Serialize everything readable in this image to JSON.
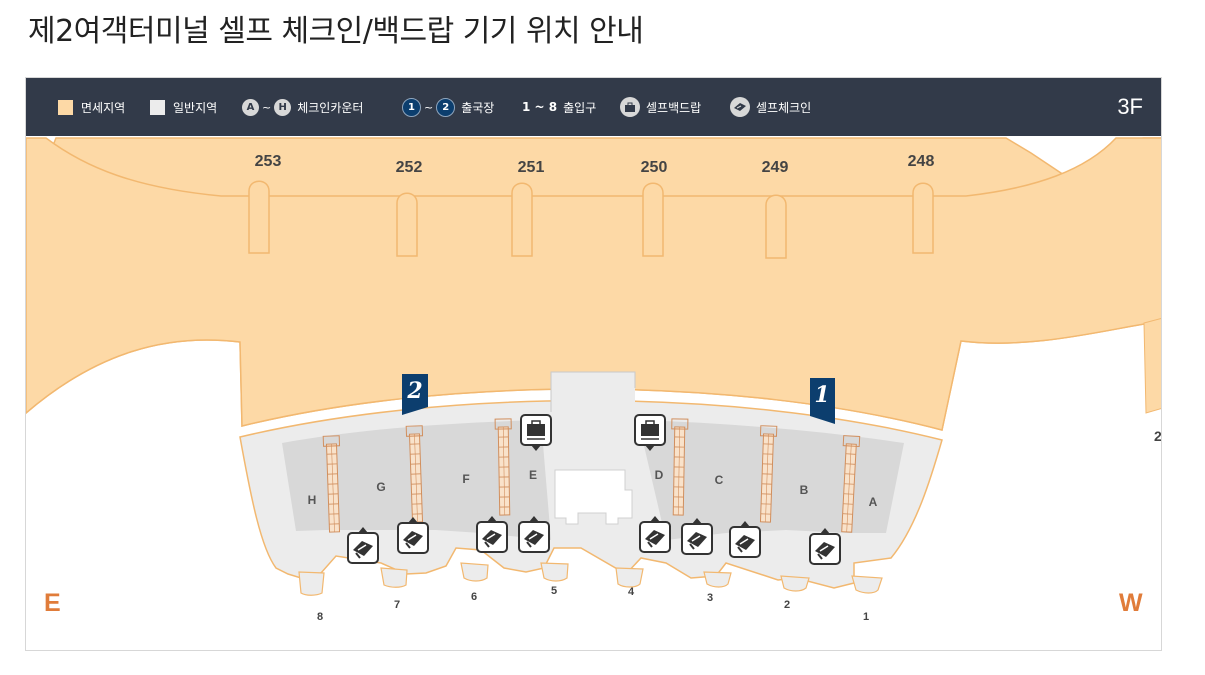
{
  "page": {
    "title": "제2여객터미널 셀프 체크인/백드랍 기기 위치 안내"
  },
  "legend": {
    "duty_free": "면세지역",
    "general": "일반지역",
    "counter_start": "A",
    "counter_end": "H",
    "counter_label": "체크인카운터",
    "tilde": "~",
    "departure_start": "1",
    "departure_end": "2",
    "departure_label": "출국장",
    "entrance_range": "1 ~ 8",
    "entrance_label": "출입구",
    "bagdrop_label": "셀프백드랍",
    "checkin_label": "셀프체크인",
    "floor": "3F"
  },
  "colors": {
    "duty_free_area": "#fdd9a6",
    "duty_free_border": "#f2b870",
    "general_area": "#ececec",
    "counter_zone": "#d8d8d8",
    "header_bg": "#323a49",
    "departure_marker": "#0c3e6e",
    "compass": "#e07c3a"
  },
  "map": {
    "gates": [
      "253",
      "252",
      "251",
      "250",
      "249",
      "248"
    ],
    "counters": [
      "H",
      "G",
      "F",
      "E",
      "D",
      "C",
      "B",
      "A"
    ],
    "departures": [
      "2",
      "1"
    ],
    "entrances": [
      "8",
      "7",
      "6",
      "5",
      "4",
      "3",
      "2",
      "1"
    ],
    "side_partial_label": "2",
    "compass_east": "E",
    "compass_west": "W",
    "self_bagdrop_count": 2,
    "self_checkin_count": 8
  }
}
